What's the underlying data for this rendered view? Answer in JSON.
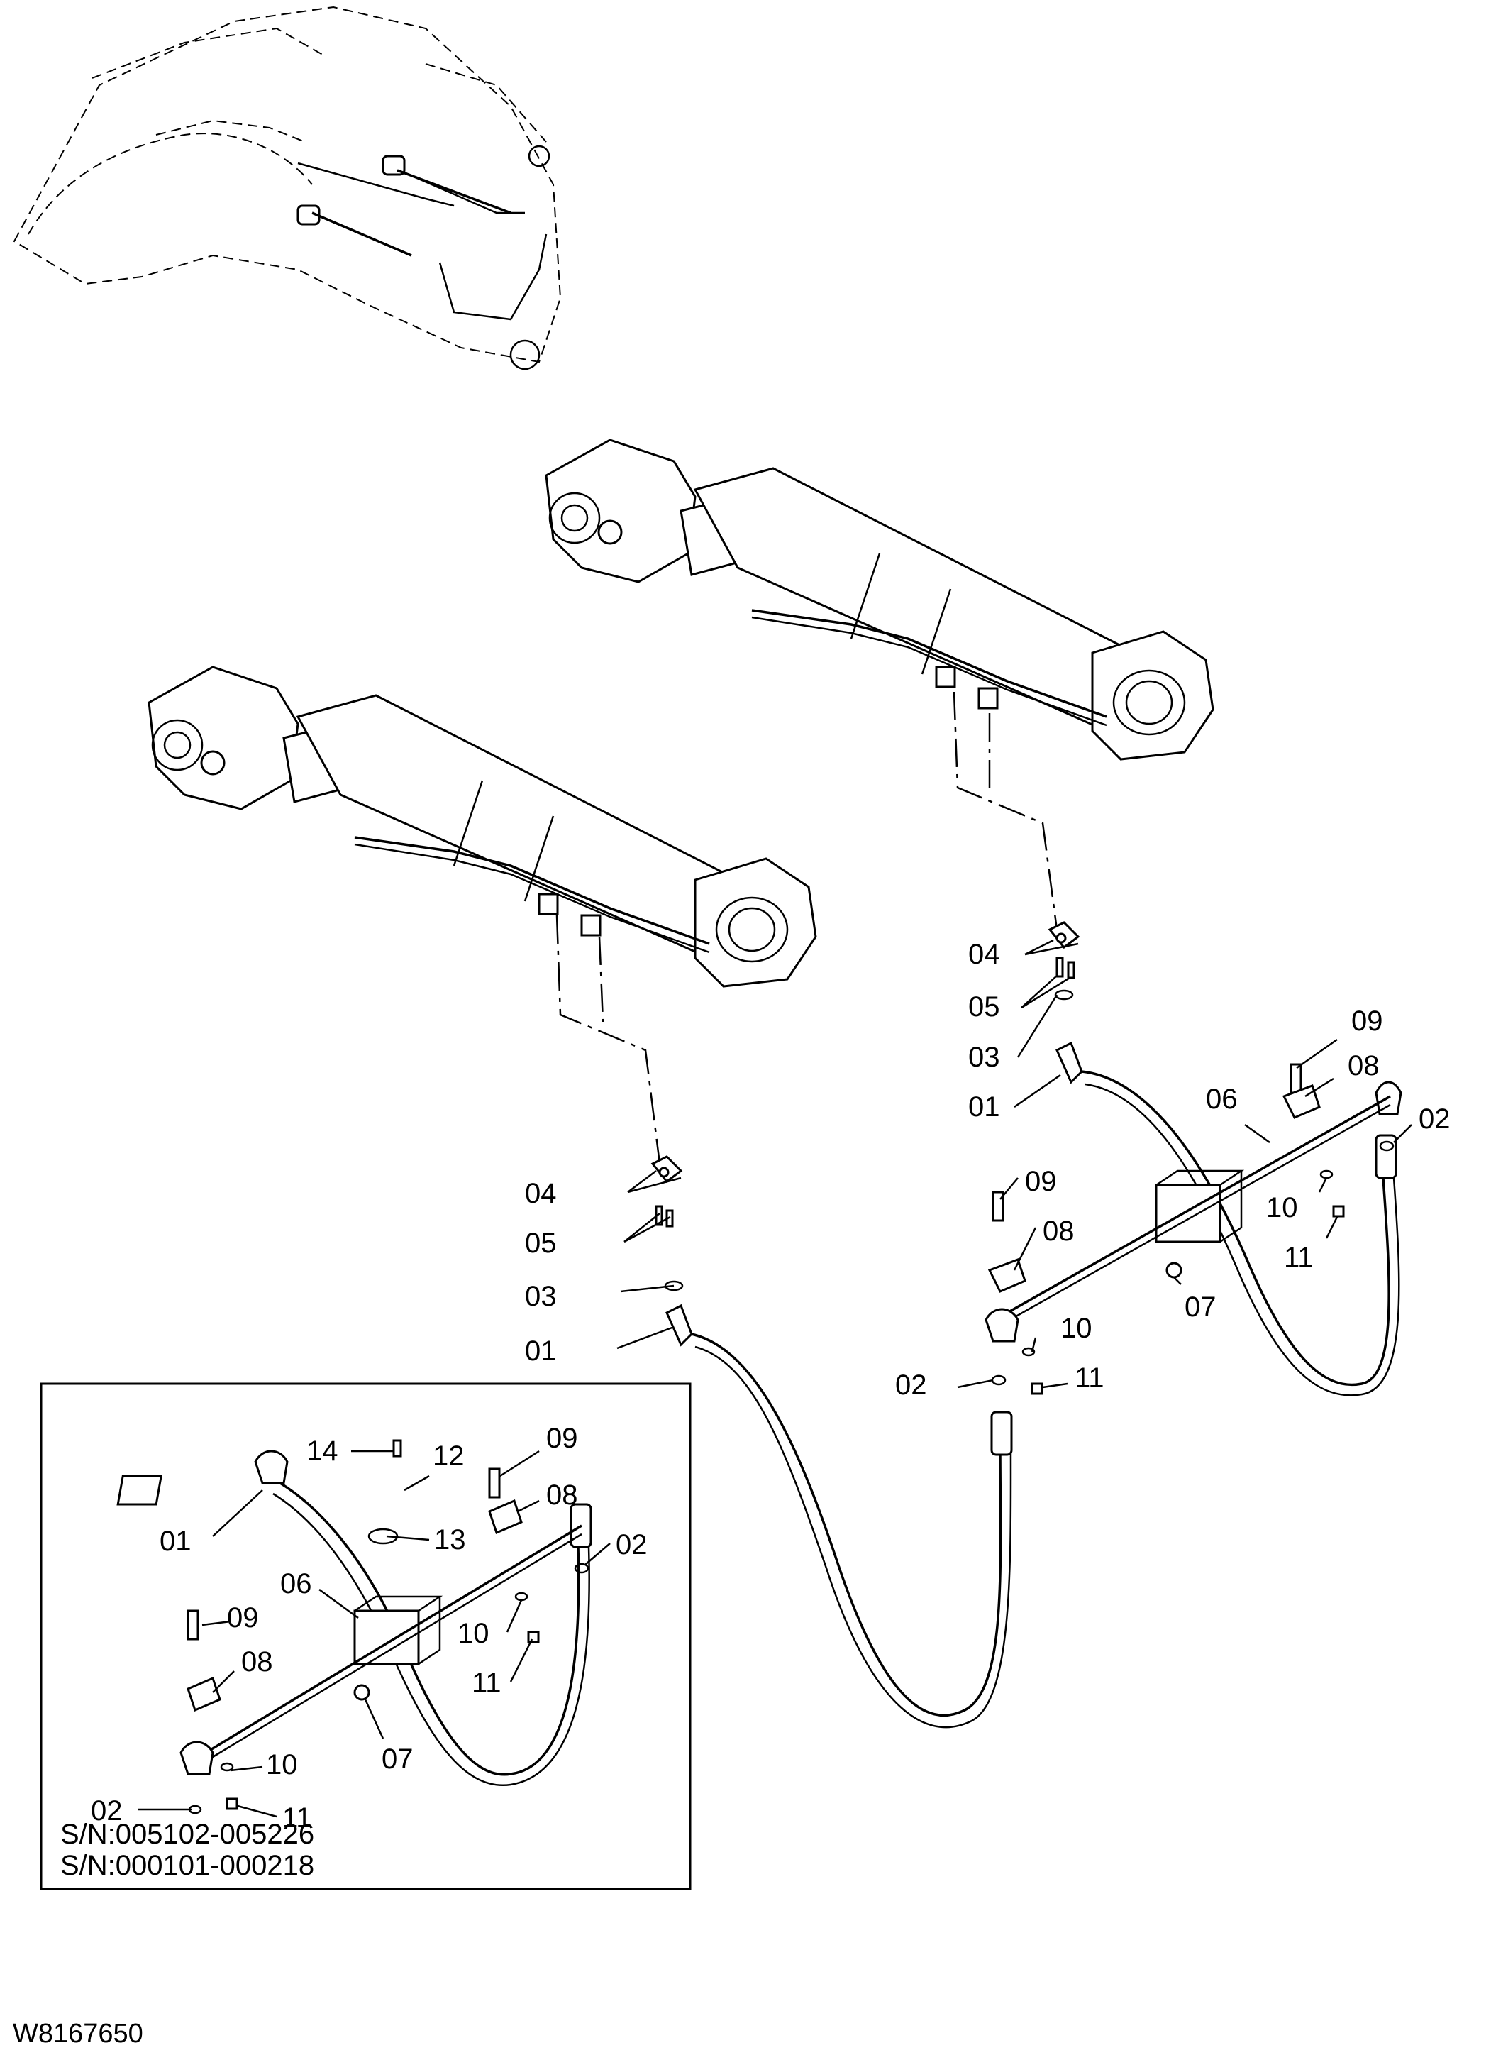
{
  "drawing_number": "W8167650",
  "serial_numbers": [
    "S/N:005102-005226",
    "S/N:000101-000218"
  ],
  "callouts": {
    "upper_assembly": [
      "04",
      "05",
      "03",
      "01",
      "09",
      "08",
      "06",
      "02",
      "10",
      "11",
      "07"
    ],
    "lower_assembly": [
      "04",
      "05",
      "03",
      "01",
      "02",
      "09",
      "08",
      "10",
      "11"
    ],
    "inset": [
      "14",
      "12",
      "09",
      "08",
      "01",
      "13",
      "02",
      "06",
      "09",
      "08",
      "10",
      "11",
      "07",
      "10",
      "02",
      "11"
    ]
  },
  "icons": {
    "overview": "machine-overview-icon",
    "cylinder": "hydraulic-cylinder-icon",
    "hose": "hydraulic-hose-icon",
    "manifold": "junction-block-icon"
  }
}
